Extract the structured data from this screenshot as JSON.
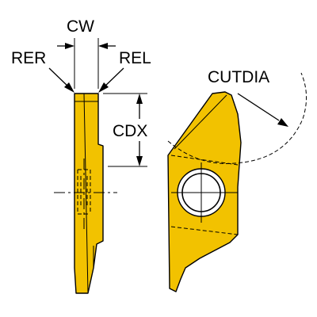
{
  "labels": {
    "cw": "CW",
    "rer": "RER",
    "rel": "REL",
    "cdx": "CDX",
    "cutdia": "CUTDIA"
  },
  "colors": {
    "insert_fill": "#F2C200",
    "insert_edge": "#000000",
    "hole_fill": "#FFFFFF",
    "background": "#FFFFFF"
  },
  "views": [
    "side-view",
    "front-view"
  ]
}
